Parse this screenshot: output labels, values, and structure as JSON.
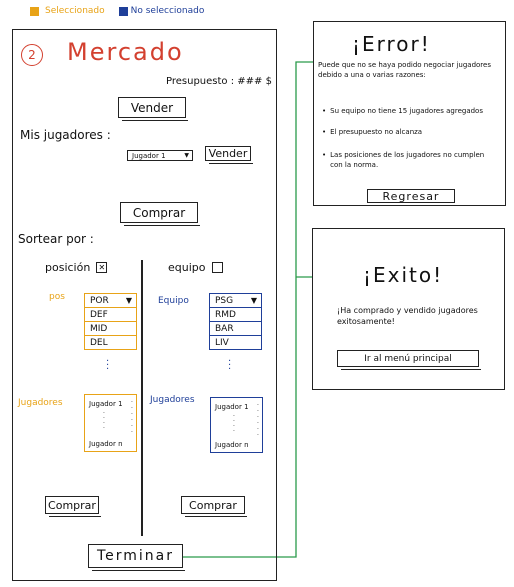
{
  "legend": {
    "selected_label": "Seleccionado",
    "unselected_label": "No seleccionado",
    "selected_color": "#e8a317",
    "unselected_color": "#1f3f99"
  },
  "market": {
    "step_number": "2",
    "title": "Mercado",
    "budget": "Presupuesto : ### $",
    "sell_main_label": "Vender",
    "my_players_label": "Mis jugadores :",
    "player_select": "Jugador 1",
    "sell_label": "Vender",
    "buy_main_label": "Comprar",
    "sort_label": "Sortear por :",
    "position_label": "posición",
    "team_label": "equipo",
    "left": {
      "pos_label": "pos",
      "positions": [
        "POR",
        "DEF",
        "MID",
        "DEL"
      ],
      "players_label": "Jugadores",
      "list_first": "Jugador 1",
      "list_last": "Jugador n",
      "buy_label": "Comprar"
    },
    "right": {
      "team_label": "Equipo",
      "teams": [
        "PSG",
        "RMD",
        "BAR",
        "LIV"
      ],
      "players_label": "Jugadores",
      "list_first": "Jugador 1",
      "list_last": "Jugador n",
      "buy_label": "Comprar"
    },
    "finish_label": "Terminar"
  },
  "error": {
    "title": "¡Error!",
    "message": "Puede que no se haya podido negociar jugadores debido a una o varias razones:",
    "reasons": [
      "Su equipo no tiene 15 jugadores agregados",
      "El presupuesto no alcanza",
      "Las posiciones de los jugadores no cumplen con la norma."
    ],
    "back_label": "Regresar"
  },
  "success": {
    "title": "¡Exito!",
    "message": "¡Ha comprado y vendido jugadores exitosamente!",
    "menu_label": "Ir al menú principal"
  }
}
